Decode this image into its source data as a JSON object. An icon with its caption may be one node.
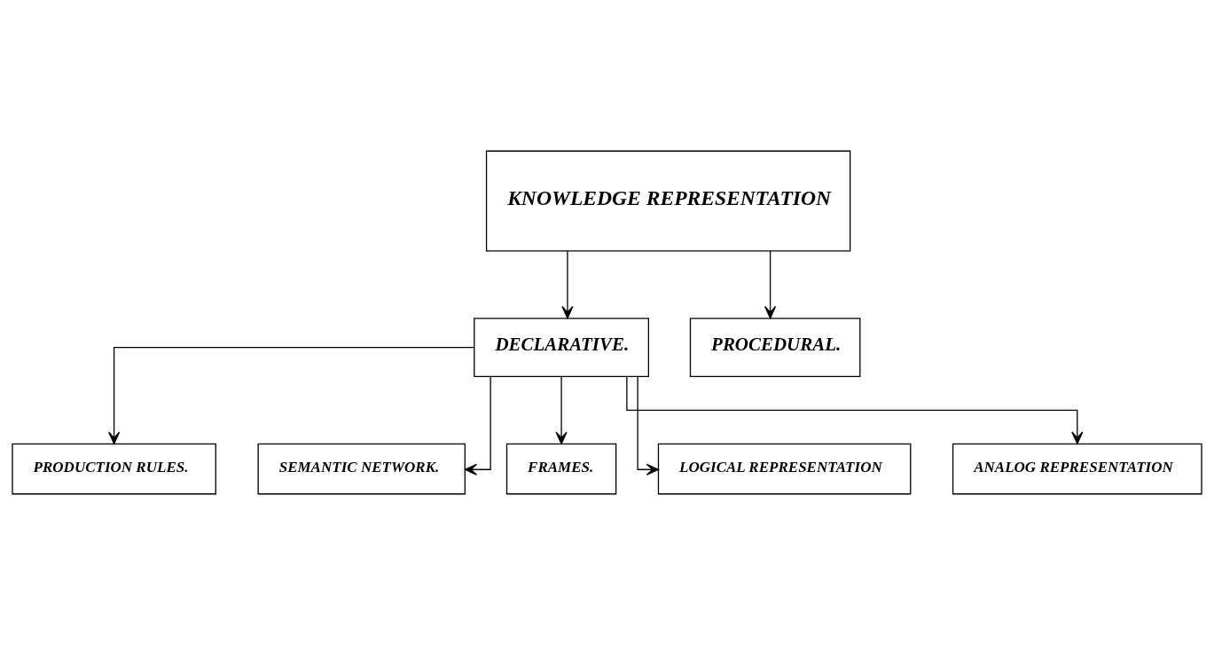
{
  "diagram": {
    "nodes": [
      {
        "text": [
          "KNOWLEDGE REPRESENTATION"
        ]
      },
      {
        "text": [
          "DECLARATIVE."
        ]
      },
      {
        "text": [
          "PROCEDURAL."
        ]
      },
      {
        "text": [
          "PRODUCTION RULES."
        ]
      },
      {
        "text": [
          "SEMANTIC NETWORK."
        ]
      },
      {
        "text": [
          "FRAMES."
        ]
      },
      {
        "text": [
          "LOGICAL REPRESENTATION"
        ]
      },
      {
        "text": [
          "ANALOG REPRESENTATION"
        ]
      }
    ],
    "edges": [
      {
        "from": 0,
        "to": 1,
        "arrow": "to"
      },
      {
        "from": 0,
        "to": 2,
        "arrow": "to"
      },
      {
        "from": 1,
        "to": 3,
        "arrow": "to"
      },
      {
        "from": 1,
        "to": 4,
        "arrow": "to"
      },
      {
        "from": 1,
        "to": 5,
        "arrow": "to"
      },
      {
        "from": 1,
        "to": 6,
        "arrow": "to"
      },
      {
        "from": 1,
        "to": 7,
        "arrow": "to"
      }
    ]
  }
}
